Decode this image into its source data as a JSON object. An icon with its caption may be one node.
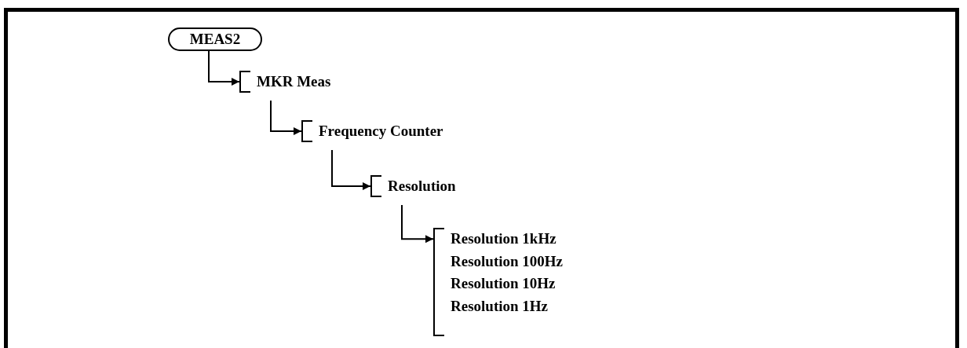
{
  "diagram": {
    "nodes": [
      {
        "text": [
          "MEAS2"
        ]
      },
      {
        "text": [
          "MKR Meas"
        ]
      },
      {
        "text": [
          "Frequency Counter"
        ]
      },
      {
        "text": [
          "Resolution"
        ]
      },
      {
        "text": [
          "Resolution 1kHz",
          "Resolution 100Hz",
          "Resolution 10Hz",
          "Resolution 1Hz"
        ]
      }
    ],
    "edges": [
      {
        "from": 0,
        "to": 1,
        "arrow": "to"
      },
      {
        "from": 1,
        "to": 2,
        "arrow": "to"
      },
      {
        "from": 2,
        "to": 3,
        "arrow": "to"
      },
      {
        "from": 3,
        "to": 4,
        "arrow": "to"
      }
    ]
  }
}
